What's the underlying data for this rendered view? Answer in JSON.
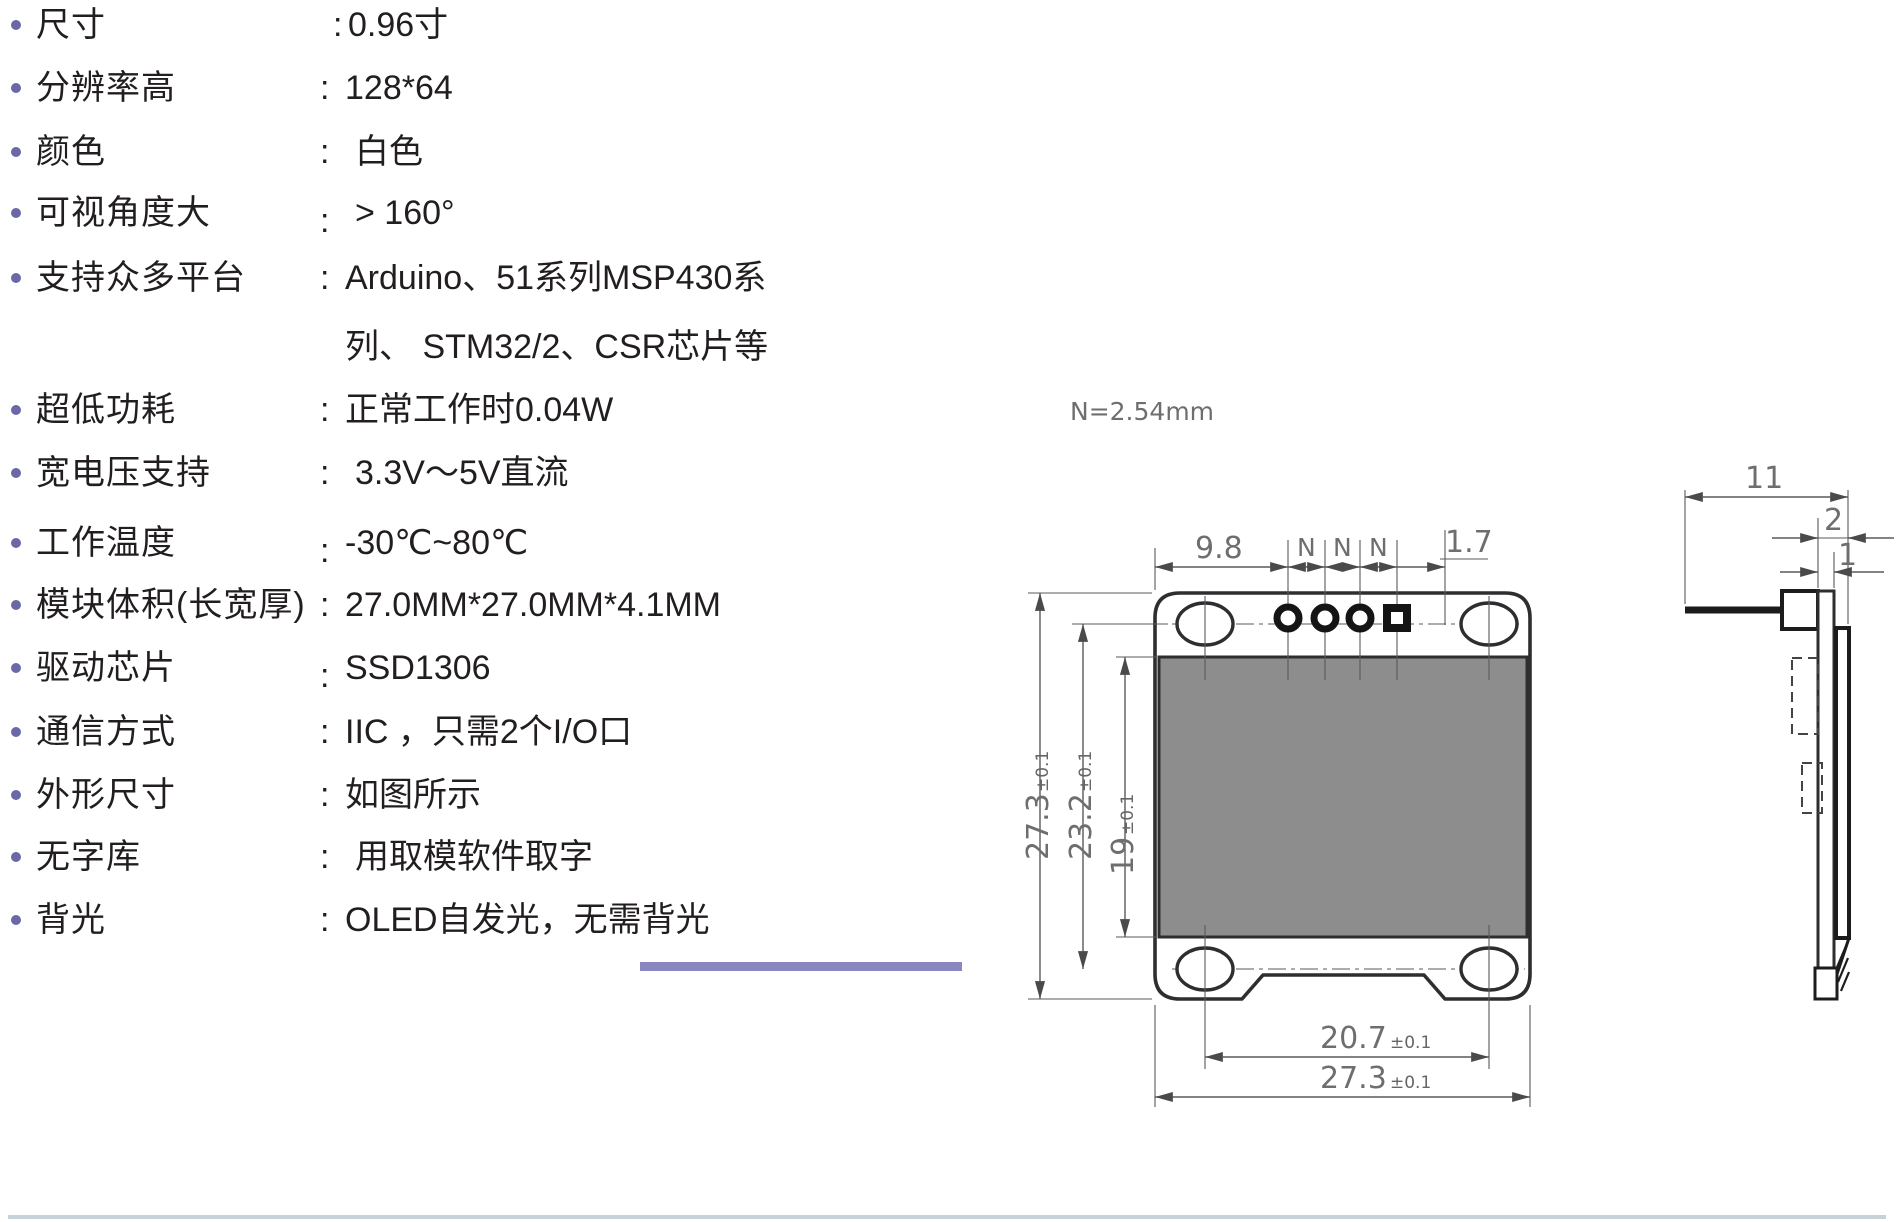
{
  "specs": {
    "bullet_color": "#6b68a8",
    "items": [
      {
        "label": "尺寸",
        "colon": ":",
        "value": "0.96寸"
      },
      {
        "label": "分辨率高",
        "colon": ":",
        "value": "128*64"
      },
      {
        "label": "颜色",
        "colon": ":",
        "value": "白色"
      },
      {
        "label": "可视角度大",
        "colon": ":",
        "value": "> 160°"
      },
      {
        "label": "支持众多平台",
        "colon": ":",
        "value": "Arduino、51系列MSP430系",
        "value_line2": "列、 STM32/2、CSR芯片等"
      },
      {
        "label": "超低功耗",
        "colon": ":",
        "value": "正常工作时0.04W"
      },
      {
        "label": "宽电压支持",
        "colon": ":",
        "value": "3.3V～5V直流"
      },
      {
        "label": "工作温度",
        "colon": ":",
        "value": "-30℃~80℃"
      },
      {
        "label": "模块体积(长宽厚)",
        "colon": ":",
        "value": "27.0MM*27.0MM*4.1MM"
      },
      {
        "label": "驱动芯片",
        "colon": ":",
        "value": "SSD1306"
      },
      {
        "label": "通信方式",
        "colon": ":",
        "value": "IIC ，只需2个I/O口"
      },
      {
        "label": "外形尺寸",
        "colon": ":",
        "value": "如图所示"
      },
      {
        "label": "无字库",
        "colon": ":",
        "value": "用取模软件取字"
      },
      {
        "label": "背光",
        "colon": ":",
        "value": "OLED自发光，无需背光"
      }
    ]
  },
  "diagram": {
    "front_view": {
      "pin_pitch_label": "N=2.54mm",
      "top_dim_left": "9.8",
      "pin_gap_labels": [
        "N",
        "N",
        "N"
      ],
      "top_dim_right": "1.7",
      "left_dims": [
        {
          "value": "27.3",
          "tol": "±0.1"
        },
        {
          "value": "23.2",
          "tol": "±0.1"
        },
        {
          "value": "19",
          "tol": "±0.1"
        }
      ],
      "bottom_dims": [
        {
          "value": "20.7",
          "tol": "±0.1"
        },
        {
          "value": "27.3",
          "tol": "±0.1"
        }
      ],
      "screen_color": "#8d8d8d"
    },
    "side_view": {
      "dims": [
        {
          "value": "11"
        },
        {
          "value": "2"
        },
        {
          "value": "1"
        }
      ]
    }
  },
  "accents": {
    "underline_color": "#8a86c2",
    "bottom_rule_color": "#c6d2d8"
  }
}
